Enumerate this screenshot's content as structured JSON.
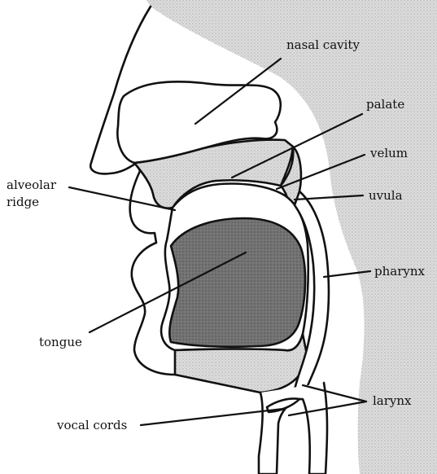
{
  "labels": {
    "nasal_cavity": "nasal cavity",
    "palate": "palate",
    "velum": "velum",
    "alveolar_ridge_line1": "alveolar",
    "alveolar_ridge_line2": "ridge",
    "uvula": "uvula",
    "pharynx": "pharynx",
    "tongue": "tongue",
    "larynx": "larynx",
    "vocal_cords": "vocal cords"
  },
  "colors": {
    "tissue_fill": "#d9d9d9",
    "tongue_fill": "#6e6e6e",
    "line": "#111111",
    "background": "#ffffff"
  }
}
